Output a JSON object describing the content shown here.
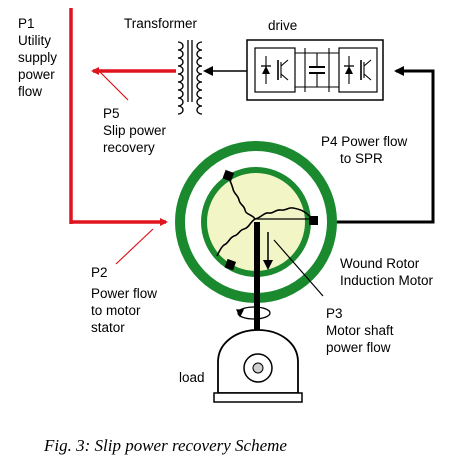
{
  "labels": {
    "p1": [
      "P1",
      "Utility",
      "supply",
      "power",
      "flow"
    ],
    "transformer": "Transformer",
    "drive": "drive",
    "p5": [
      "P5",
      "Slip power",
      "recovery"
    ],
    "p4": [
      "P4  Power flow",
      "to SPR"
    ],
    "motor": [
      "Wound Rotor",
      "Induction Motor"
    ],
    "p2": [
      "P2",
      "Power flow",
      "to motor",
      "stator"
    ],
    "p3": [
      "P3",
      "Motor shaft",
      "power  flow"
    ],
    "load": "load"
  },
  "caption": "Fig. 3: Slip power recovery Scheme",
  "colors": {
    "utility_line": "#e0141e",
    "stator_ring": "#1b8a2e",
    "rotor_fill": "#f2f6c6",
    "wire": "#000000"
  },
  "icons": {
    "transformer": "transformer-coil-icon",
    "converter_left": "rectifier-igbt-icon",
    "dc_link": "capacitor-icon",
    "converter_right": "inverter-igbt-icon",
    "load": "load-machine-icon",
    "rotation": "rotation-arrow-icon"
  }
}
